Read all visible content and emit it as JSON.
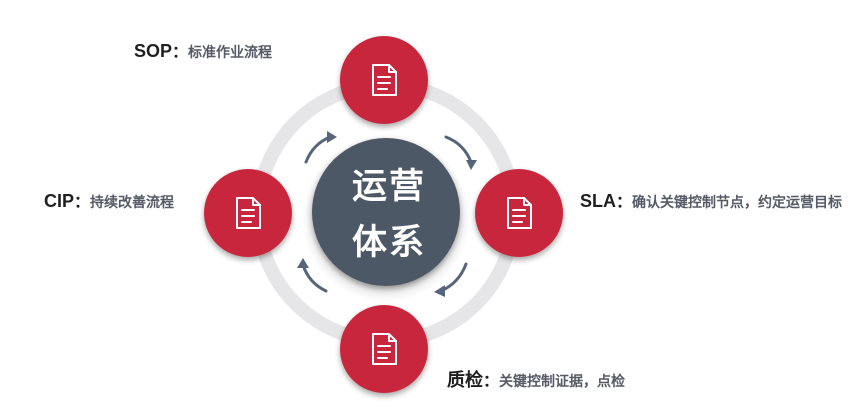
{
  "center": {
    "line1": "运营",
    "line2": "体系"
  },
  "nodes": [
    {
      "key": "SOP",
      "separator": "：",
      "desc": "标准作业流程",
      "icon": "document-icon"
    },
    {
      "key": "SLA",
      "separator": "：",
      "desc": "确认关键控制节点，约定运营目标",
      "icon": "document-icon"
    },
    {
      "key": "质检",
      "separator": "：",
      "desc": "关键控制证据，点检",
      "icon": "document-icon"
    },
    {
      "key": "CIP",
      "separator": "：",
      "desc": "持续改善流程",
      "icon": "document-icon"
    }
  ],
  "arrows": [
    "arrow-icon",
    "arrow-icon",
    "arrow-icon",
    "arrow-icon"
  ],
  "colors": {
    "node_red": "#c8283c",
    "center_slate": "#4e5866",
    "ring_gray": "#e6e6e8",
    "arrow_slate": "#56657a",
    "text_dark": "#1f1f1f",
    "text_gray": "#555b66"
  }
}
